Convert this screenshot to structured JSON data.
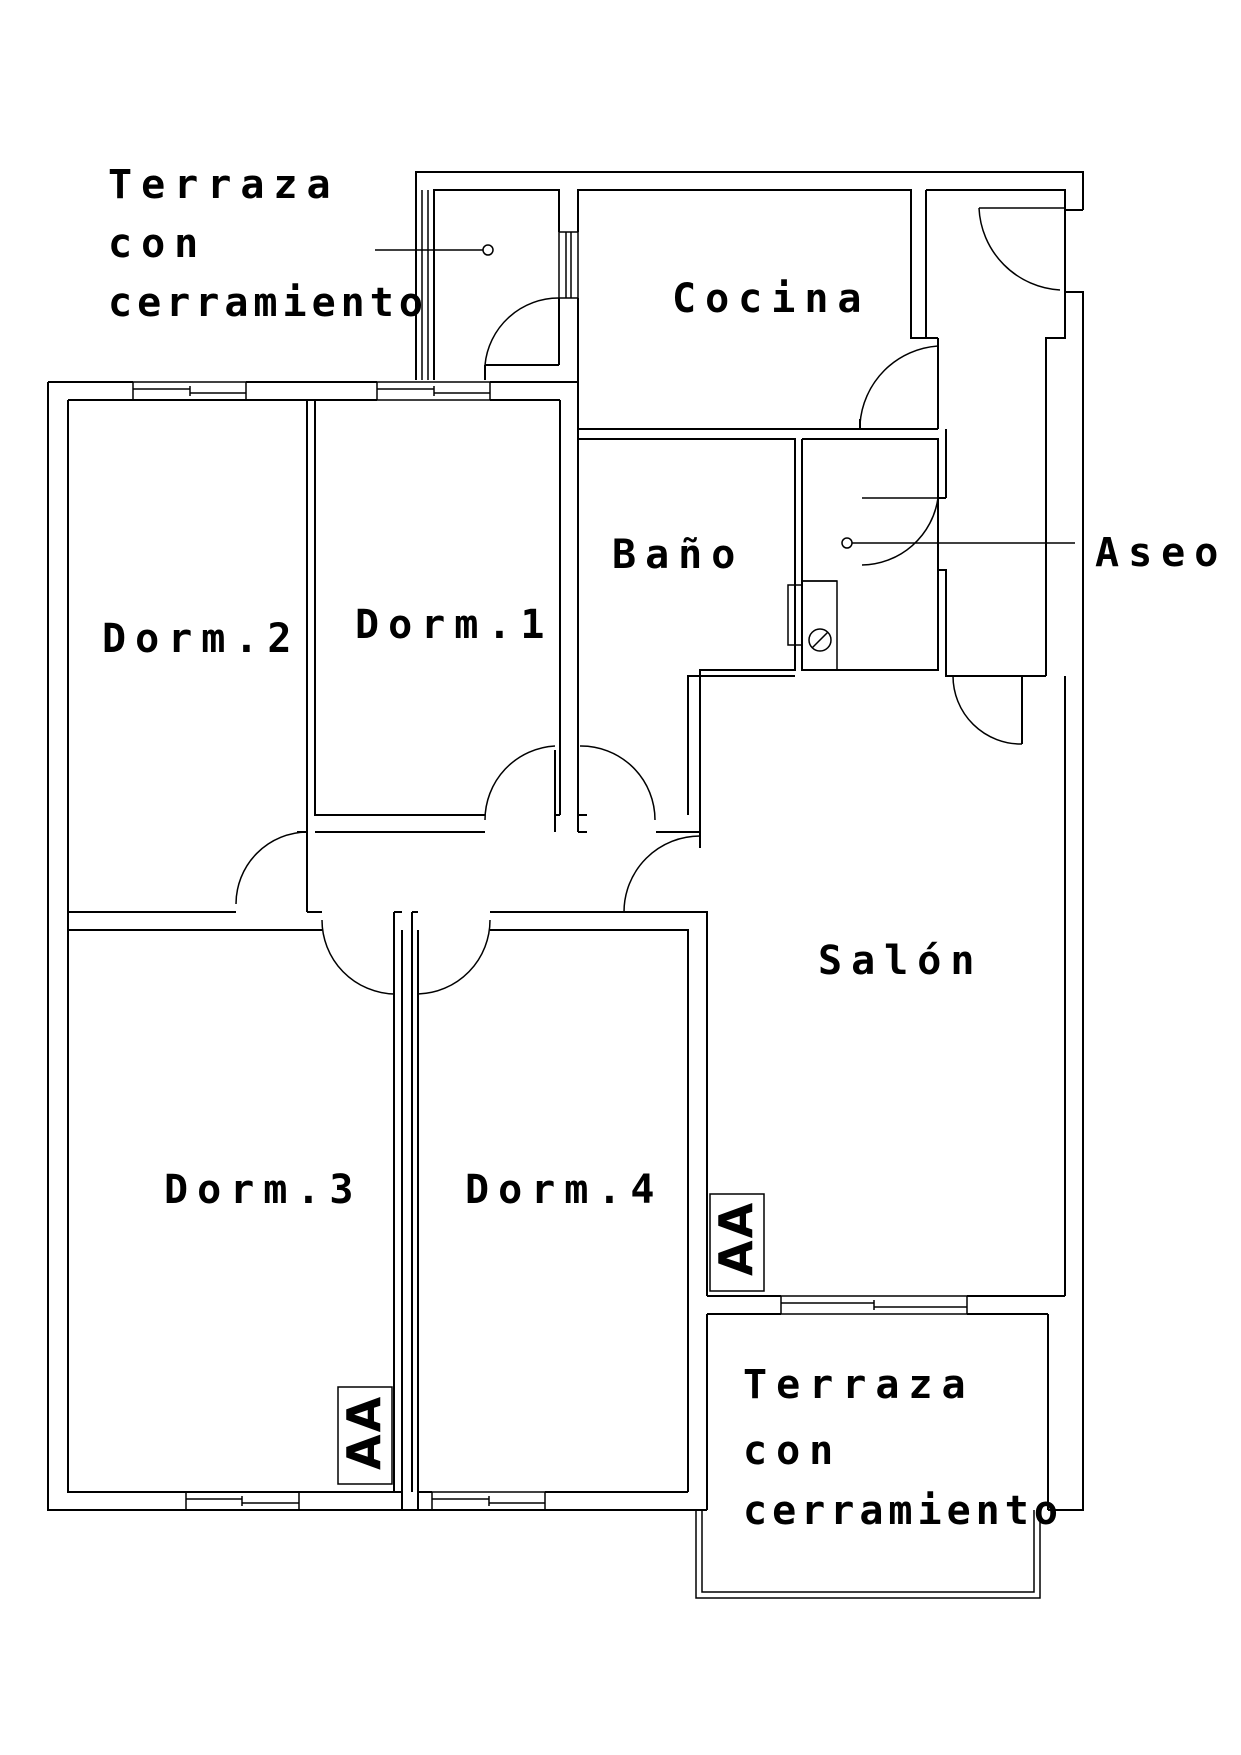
{
  "rooms": {
    "terraza_top": [
      "Terraza",
      "con",
      "cerramiento"
    ],
    "cocina": "Cocina",
    "bano": "Baño",
    "aseo": "Aseo",
    "dorm1": "Dorm.1",
    "dorm2": "Dorm.2",
    "dorm3": "Dorm.3",
    "dorm4": "Dorm.4",
    "salon": "Salón",
    "terraza_bottom": [
      "Terraza",
      "con",
      "cerramiento"
    ]
  },
  "symbols": {
    "ac_label": "AA",
    "boiler_icon": "circle-slash-icon"
  }
}
